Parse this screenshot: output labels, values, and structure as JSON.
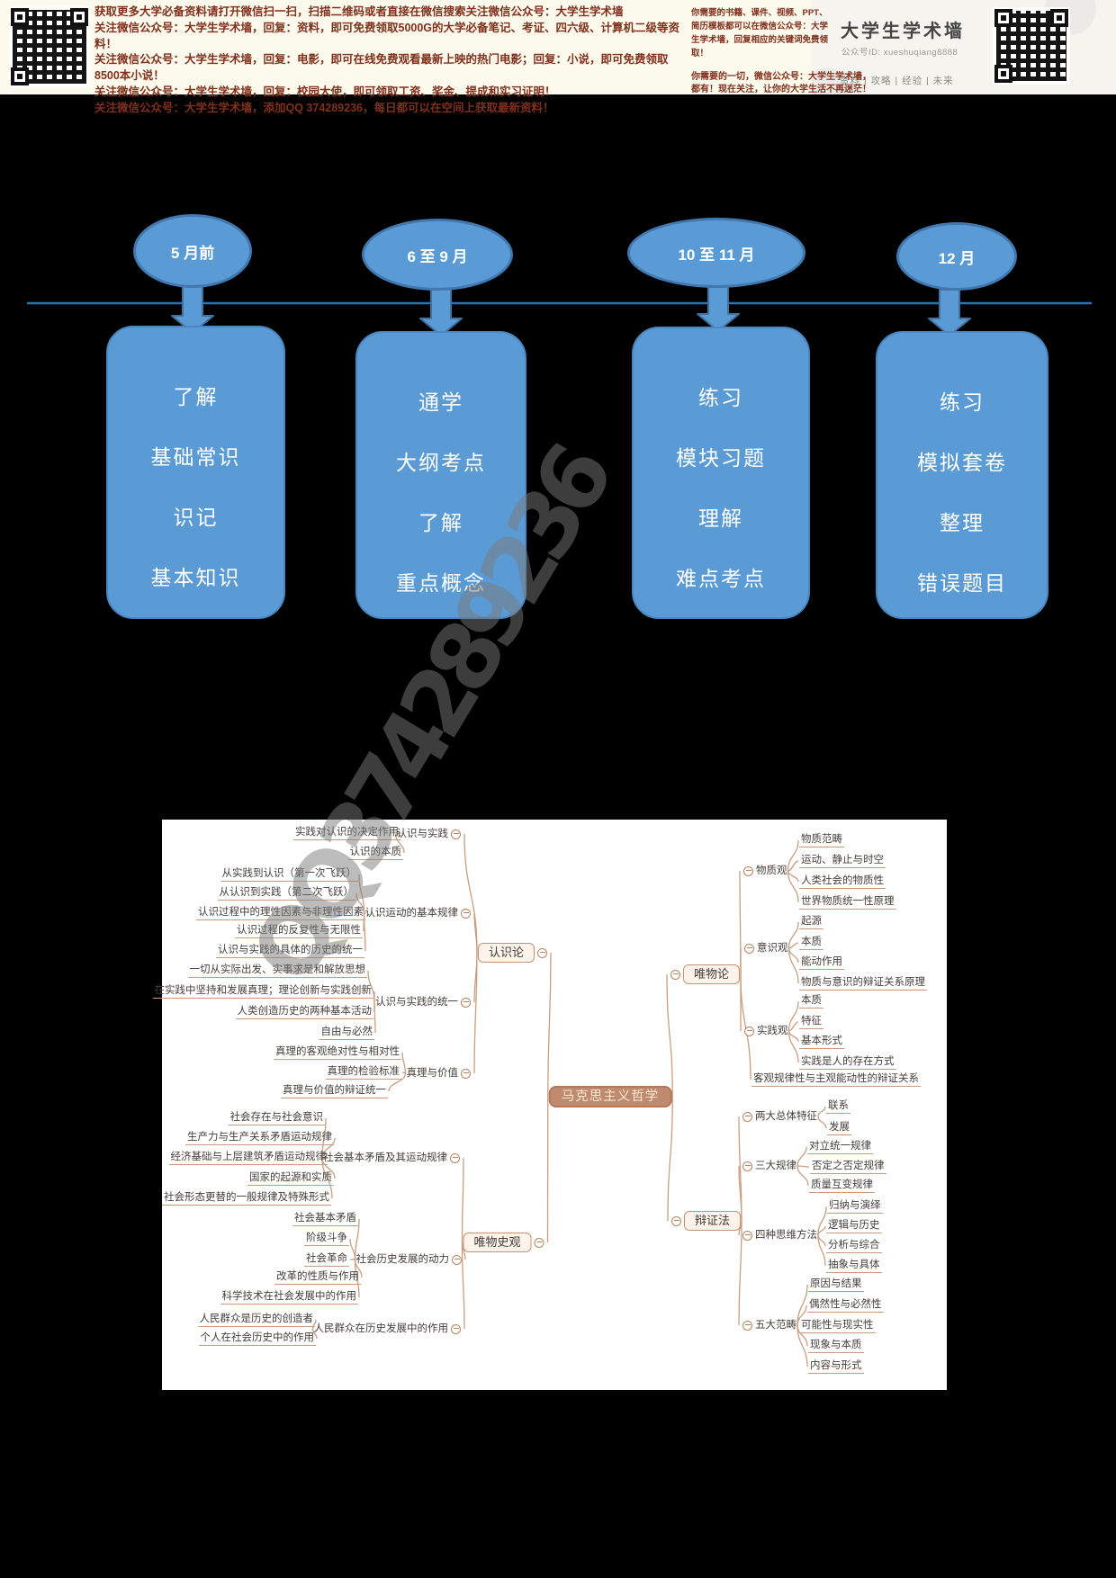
{
  "header": {
    "lines": [
      "获取更多大学必备资料请打开微信扫一扫，扫描二维码或者直接在微信搜索关注微信公众号：大学生学术墙",
      "关注微信公众号：大学生学术墙，回复：资料，即可免费领取5000G的大学必备笔记、考证、四六级、计算机二级等资料！",
      "关注微信公众号：大学生学术墙，回复：电影，即可在线免费观看最新上映的热门电影；回复：小说，即可免费领取8500本小说！",
      "关注微信公众号：大学生学术墙，回复：校园大使，即可领取工资、奖金、提成和实习证明！",
      "关注微信公众号：大学生学术墙，添加QQ 374289236，每日都可以在空间上获取最新资料！"
    ],
    "side_note": "你需要的书籍、课件、视频、PPT、简历模板都可以在微信公众号：大学生学术墙，回复相应的关键词免费领取！",
    "side_note2": "你需要的一切，微信公众号：大学生学术墙，都有！现在关注，让你的大学生活不再迷茫！",
    "card": {
      "title": "大学生学术墙",
      "id_line": "公众号ID: xueshuqiang8888",
      "footer": "资料 | 攻略 | 经验 | 未来"
    }
  },
  "timeline": {
    "stages": [
      {
        "period": "5 月前",
        "items": [
          "了解",
          "基础常识",
          "识记",
          "基本知识"
        ]
      },
      {
        "period": "6 至 9 月",
        "items": [
          "通学",
          "大纲考点",
          "了解",
          "重点概念"
        ]
      },
      {
        "period": "10 至 11 月",
        "items": [
          "练习",
          "模块习题",
          "理解",
          "难点考点"
        ]
      },
      {
        "period": "12 月",
        "items": [
          "练习",
          "模拟套卷",
          "整理",
          "错误题目"
        ]
      }
    ]
  },
  "mindmap": {
    "center": "马克思主义哲学",
    "watermark": "QQ374289236",
    "branches": [
      {
        "label": "认识论",
        "children": [
          {
            "label": "认识与实践",
            "leaves": [
              "实践对认识的决定作用",
              "认识的本质"
            ]
          },
          {
            "label": "认识运动的基本规律",
            "leaves": [
              "从实践到认识（第一次飞跃）",
              "从认识到实践（第二次飞跃）",
              "认识过程中的理性因素与非理性因素",
              "认识过程的反复性与无限性",
              "认识与实践的具体的历史的统一"
            ]
          },
          {
            "label": "认识与实践的统一",
            "leaves": [
              "一切从实际出发、实事求是和解放思想",
              "在实践中坚持和发展真理；理论创新与实践创新",
              "人类创造历史的两种基本活动",
              "自由与必然"
            ]
          },
          {
            "label": "真理与价值",
            "leaves": [
              "真理的客观绝对性与相对性",
              "真理的检验标准",
              "真理与价值的辩证统一"
            ]
          }
        ]
      },
      {
        "label": "唯物史观",
        "children": [
          {
            "label": "社会基本矛盾及其运动规律",
            "leaves": [
              "社会存在与社会意识",
              "生产力与生产关系矛盾运动规律",
              "经济基础与上层建筑矛盾运动规律",
              "国家的起源和实质",
              "社会形态更替的一般规律及特殊形式"
            ]
          },
          {
            "label": "社会历史发展的动力",
            "leaves": [
              "社会基本矛盾",
              "阶级斗争",
              "社会革命",
              "改革的性质与作用",
              "科学技术在社会发展中的作用"
            ]
          },
          {
            "label": "人民群众在历史发展中的作用",
            "leaves": [
              "人民群众是历史的创造者",
              "个人在社会历史中的作用"
            ]
          }
        ]
      },
      {
        "label": "唯物论",
        "children": [
          {
            "label": "物质观",
            "leaves": [
              "物质范畴",
              "运动、静止与时空",
              "人类社会的物质性",
              "世界物质统一性原理"
            ]
          },
          {
            "label": "意识观",
            "leaves": [
              "起源",
              "本质",
              "能动作用",
              "物质与意识的辩证关系原理"
            ]
          },
          {
            "label": "实践观",
            "leaves": [
              "本质",
              "特征",
              "基本形式",
              "实践是人的存在方式"
            ]
          },
          {
            "label": "客观规律性与主观能动性的辩证关系",
            "leaf": true
          }
        ]
      },
      {
        "label": "辩证法",
        "children": [
          {
            "label": "两大总体特征",
            "leaves": [
              "联系",
              "发展"
            ]
          },
          {
            "label": "三大规律",
            "leaves": [
              "对立统一规律",
              "否定之否定规律",
              "质量互变规律"
            ]
          },
          {
            "label": "四种思维方法",
            "leaves": [
              "归纳与演绎",
              "逻辑与历史",
              "分析与综合",
              "抽象与具体"
            ]
          },
          {
            "label": "五大范畴",
            "leaves": [
              "原因与结果",
              "偶然性与必然性",
              "可能性与现实性",
              "现象与本质",
              "内容与形式"
            ]
          }
        ]
      }
    ]
  },
  "colors": {
    "page_bg": "#000000",
    "header_bg": "#fcfaec",
    "header_text": "#80301c",
    "stage_fill": "#5b9bd5",
    "stage_border": "#41719c",
    "timeline_line": "#2e74b5",
    "panel_bg": "#ffffff",
    "mindmap_accent": "#c49a7e",
    "mindmap_center_fill": "#c08a6e",
    "watermark_gray": "#7a7a7a"
  }
}
